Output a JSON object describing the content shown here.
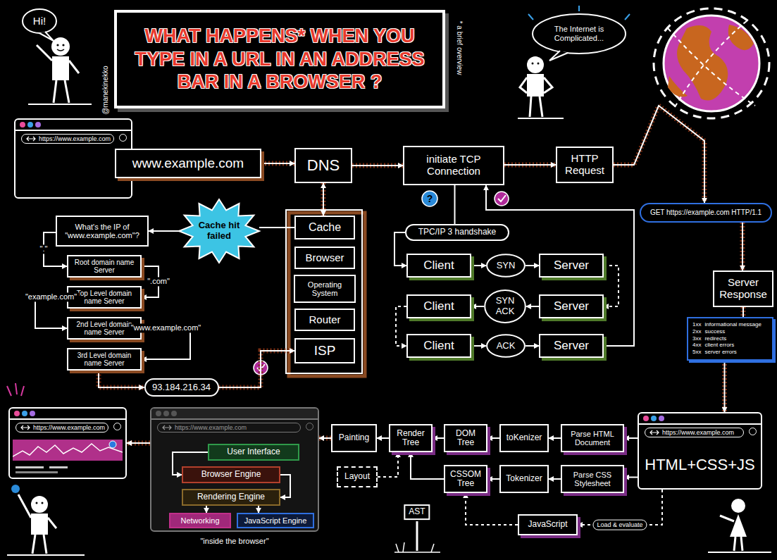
{
  "diagram": {
    "title": "WHAT HAPPENS* WHEN YOU TYPE IN A URL IN AN ADDRESS BAR IN A BROWSER ?",
    "nodes": [
      {
        "text": [
          "https://www.example.com"
        ]
      },
      {
        "text": [
          "www.example.com"
        ]
      },
      {
        "text": [
          "DNS"
        ]
      },
      {
        "text": [
          "initiate TCP Connection"
        ]
      },
      {
        "text": [
          "HTTP Request"
        ]
      },
      {
        "text": [
          "GET https://example.com HTTP/1.1"
        ]
      },
      {
        "text": [
          "Server Response"
        ]
      },
      {
        "text": [
          "1xx",
          "informational message",
          "2xx",
          "success",
          "3xx",
          "redirects",
          "4xx",
          "client errors",
          "5xx",
          "server errors"
        ]
      },
      {
        "text": [
          "Cache"
        ]
      },
      {
        "text": [
          "Browser"
        ]
      },
      {
        "text": [
          "Operating System"
        ]
      },
      {
        "text": [
          "Router"
        ]
      },
      {
        "text": [
          "ISP"
        ]
      },
      {
        "text": [
          "Cache hit failed"
        ]
      },
      {
        "text": [
          "What's the IP of \"www.example.com\"?"
        ]
      },
      {
        "text": [
          "Root domain name Server"
        ]
      },
      {
        "text": [
          "Top Level domain name Server"
        ]
      },
      {
        "text": [
          "2nd Level domain name Server"
        ]
      },
      {
        "text": [
          "3rd Level domain name Server"
        ]
      },
      {
        "text": [
          "93.184.216.34"
        ]
      },
      {
        "text": [
          "TPC/IP 3 handshake"
        ]
      },
      {
        "text": [
          "Client"
        ]
      },
      {
        "text": [
          "SYN"
        ]
      },
      {
        "text": [
          "Server"
        ]
      },
      {
        "text": [
          "Client"
        ]
      },
      {
        "text": [
          "SYN ACK"
        ]
      },
      {
        "text": [
          "Server"
        ]
      },
      {
        "text": [
          "Client"
        ]
      },
      {
        "text": [
          "ACK"
        ]
      },
      {
        "text": [
          "Server"
        ]
      },
      {
        "text": [
          "https://www.example.com",
          "HTML+CSS+JS"
        ]
      },
      {
        "text": [
          "Parse HTML Document"
        ]
      },
      {
        "text": [
          "toKenizer"
        ]
      },
      {
        "text": [
          "DOM Tree"
        ]
      },
      {
        "text": [
          "Render Tree"
        ]
      },
      {
        "text": [
          "Painting"
        ]
      },
      {
        "text": [
          "Layout"
        ]
      },
      {
        "text": [
          "CSSOM Tree"
        ]
      },
      {
        "text": [
          "Tokenizer"
        ]
      },
      {
        "text": [
          "Parse CSS Stylesheet"
        ]
      },
      {
        "text": [
          "JavaScript"
        ]
      },
      {
        "text": [
          "https://www.example.com"
        ]
      },
      {
        "text": [
          "User Interface"
        ],
        "in": 41
      },
      {
        "text": [
          "Browser Engine"
        ],
        "in": 41
      },
      {
        "text": [
          "Rendering Engine"
        ],
        "in": 41
      },
      {
        "text": [
          "Networking"
        ],
        "in": 41
      },
      {
        "text": [
          "JavaScript Engine"
        ],
        "in": 41
      },
      {
        "text": [
          "https://www.example.com"
        ]
      }
    ],
    "edges": [
      {
        "from": 1,
        "to": 2,
        "arrow": "to"
      },
      {
        "from": 2,
        "to": 3,
        "arrow": "to"
      },
      {
        "from": 3,
        "to": 4,
        "arrow": "to"
      },
      {
        "from": 4,
        "to": 5,
        "arrow": "to"
      },
      {
        "from": 5,
        "to": 6,
        "arrow": "to"
      },
      {
        "from": 6,
        "to": 7,
        "arrow": "none"
      },
      {
        "from": 7,
        "to": 30,
        "arrow": "to"
      },
      {
        "from": 2,
        "to": 8,
        "arrow": "both"
      },
      {
        "from": 8,
        "to": 13,
        "arrow": "none"
      },
      {
        "from": 13,
        "to": 14,
        "arrow": "to"
      },
      {
        "from": 14,
        "to": 15,
        "label": "\".\"",
        "arrow": "to"
      },
      {
        "from": 15,
        "to": 16,
        "label": "\".com\"",
        "arrow": "to"
      },
      {
        "from": 16,
        "to": 17,
        "label": "\"example.com\"",
        "arrow": "to"
      },
      {
        "from": 17,
        "to": 18,
        "label": "\"www.example.com\"",
        "arrow": "to"
      },
      {
        "from": 18,
        "to": 19,
        "arrow": "to"
      },
      {
        "from": 19,
        "to": 12,
        "arrow": "to"
      },
      {
        "from": 3,
        "to": 20,
        "arrow": "none"
      },
      {
        "from": 20,
        "to": 21,
        "arrow": "to"
      },
      {
        "from": 21,
        "to": 22,
        "arrow": "to"
      },
      {
        "from": 22,
        "to": 23,
        "arrow": "to"
      },
      {
        "from": 23,
        "to": 26,
        "arrow": "to"
      },
      {
        "from": 26,
        "to": 25,
        "arrow": "to"
      },
      {
        "from": 25,
        "to": 24,
        "arrow": "to"
      },
      {
        "from": 24,
        "to": 27,
        "arrow": "to"
      },
      {
        "from": 27,
        "to": 28,
        "arrow": "to"
      },
      {
        "from": 28,
        "to": 29,
        "arrow": "to"
      },
      {
        "from": 29,
        "to": 3,
        "arrow": "to"
      },
      {
        "from": 30,
        "to": 31,
        "arrow": "to"
      },
      {
        "from": 31,
        "to": 32,
        "arrow": "to"
      },
      {
        "from": 32,
        "to": 33,
        "arrow": "to"
      },
      {
        "from": 33,
        "to": 34,
        "arrow": "to"
      },
      {
        "from": 34,
        "to": 35,
        "arrow": "to"
      },
      {
        "from": 30,
        "to": 39,
        "arrow": "to"
      },
      {
        "from": 39,
        "to": 38,
        "arrow": "to"
      },
      {
        "from": 38,
        "to": 37,
        "arrow": "to"
      },
      {
        "from": 37,
        "to": 34,
        "arrow": "to"
      },
      {
        "from": 36,
        "to": 34,
        "arrow": "to"
      },
      {
        "from": 30,
        "to": 40,
        "label": "Load & evaluate",
        "arrow": "to"
      },
      {
        "from": 40,
        "to": 37,
        "arrow": "to"
      },
      {
        "from": 35,
        "to": 41,
        "arrow": "to"
      },
      {
        "from": 41,
        "to": 47,
        "arrow": "to"
      },
      {
        "from": 42,
        "to": 43,
        "arrow": "to"
      },
      {
        "from": 43,
        "to": 44,
        "arrow": "to"
      },
      {
        "from": 44,
        "to": 45,
        "arrow": "to"
      },
      {
        "from": 44,
        "to": 46,
        "arrow": "to"
      }
    ],
    "labels": [
      "Hi!",
      "The Internet is Complicated...",
      "* a brief overview",
      "@manekinekko",
      "?",
      "AST",
      "\"inside the browser\""
    ]
  }
}
